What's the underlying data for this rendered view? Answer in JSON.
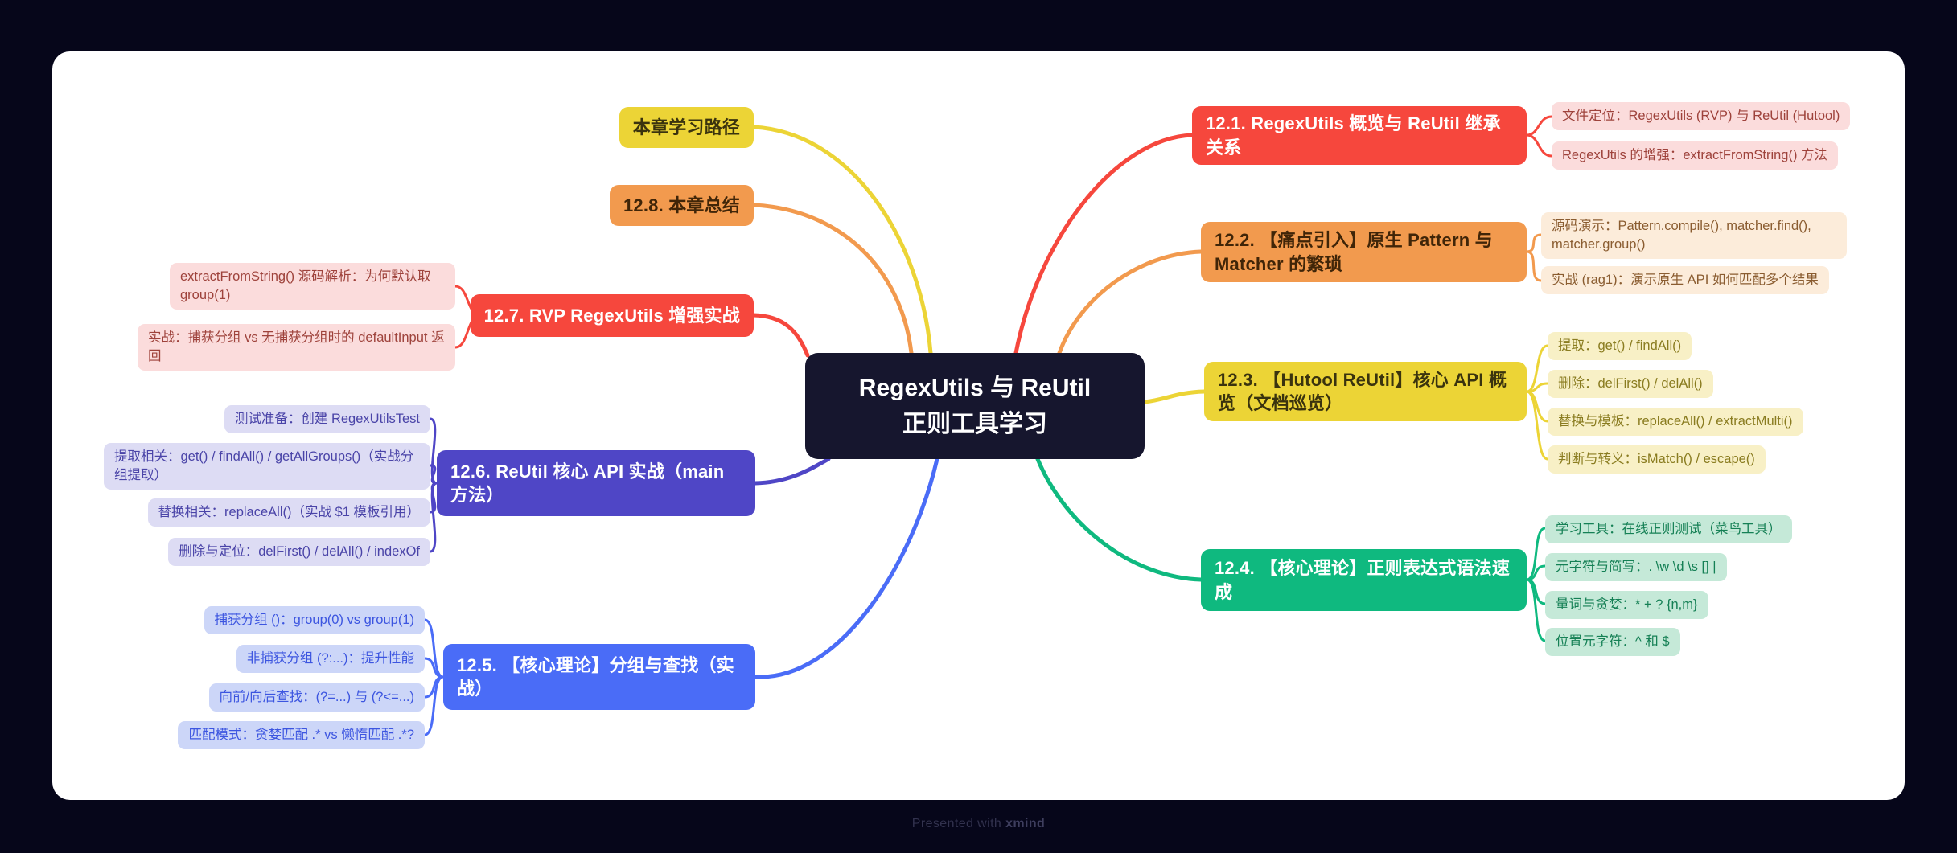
{
  "page": {
    "background": "#06061a",
    "canvas_background": "#ffffff"
  },
  "colors": {
    "red": "#f6473d",
    "orange": "#f29a4e",
    "yellow": "#ecd436",
    "green": "#0fb97f",
    "blue": "#4a6cf7",
    "purple": "#4f46c6",
    "center_node": "#16162e"
  },
  "center": {
    "line1": "RegexUtils 与 ReUtil",
    "line2": "正则工具学习"
  },
  "topics": [
    {
      "label": "本章学习路径",
      "children": []
    },
    {
      "label": "12.8. 本章总结",
      "children": []
    },
    {
      "label": "12.7. RVP RegexUtils 增强实战",
      "children": [
        "extractFromString() 源码解析：为何默认取 group(1)",
        "实战：捕获分组 vs 无捕获分组时的 defaultInput 返回"
      ]
    },
    {
      "label": "12.6. ReUtil 核心 API 实战（main 方法）",
      "children": [
        "测试准备：创建 RegexUtilsTest",
        "提取相关：get() / findAll() / getAllGroups()（实战分组提取）",
        "替换相关：replaceAll()（实战 $1 模板引用）",
        "删除与定位：delFirst() / delAll() / indexOf"
      ]
    },
    {
      "label": "12.5. 【核心理论】分组与查找（实战）",
      "children": [
        "捕获分组 ()：group(0) vs group(1)",
        "非捕获分组 (?:...)：提升性能",
        "向前/向后查找：(?=...) 与 (?<=...)",
        "匹配模式：贪婪匹配 .* vs 懒惰匹配 .*?"
      ]
    },
    {
      "label": "12.1. RegexUtils 概览与 ReUtil 继承关系",
      "children": [
        "文件定位：RegexUtils (RVP) 与 ReUtil (Hutool)",
        "RegexUtils 的增强：extractFromString() 方法"
      ]
    },
    {
      "label": "12.2. 【痛点引入】原生 Pattern 与 Matcher 的繁琐",
      "children": [
        "源码演示：Pattern.compile(), matcher.find(), matcher.group()",
        "实战 (rag1)：演示原生 API 如何匹配多个结果"
      ]
    },
    {
      "label": "12.3. 【Hutool ReUtil】核心 API 概览（文档巡览）",
      "children": [
        "提取：get() / findAll()",
        "删除：delFirst() / delAll()",
        "替换与模板：replaceAll() / extractMulti()",
        "判断与转义：isMatch() / escape()"
      ]
    },
    {
      "label": "12.4. 【核心理论】正则表达式语法速成",
      "children": [
        "学习工具：在线正则测试（菜鸟工具）",
        "元字符与简写：. \\w \\d \\s [] |",
        "量词与贪婪：* + ? {n,m}",
        "位置元字符：^ 和 $"
      ]
    }
  ],
  "footer": {
    "prefix": "Presented with ",
    "brand": "xmind"
  }
}
